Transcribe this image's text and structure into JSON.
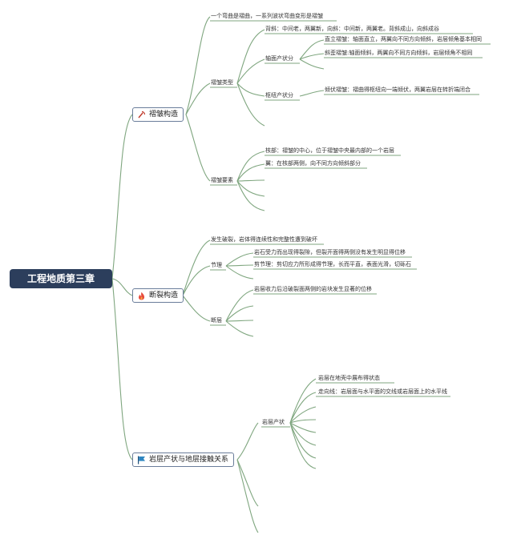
{
  "root": "工程地质第三章",
  "branches": [
    {
      "label": "褶皱构造",
      "icon": "pick-icon",
      "items": [
        {
          "text": "一个弯曲是褶曲，一系列波状弯曲变形是褶皱"
        },
        {
          "text": "褶皱类型",
          "children": [
            {
              "text": "背斜：中间老，两翼新，向斜：中间新，两翼老。背斜成山，向斜成谷"
            },
            {
              "text": "轴面产状分",
              "children": [
                {
                  "text": "直立褶皱：轴面直立，两翼向不同方向倾斜，岩层倾角基本相同"
                },
                {
                  "text": "斜歪褶皱:轴面倾斜，两翼向不同方向倾斜，岩层倾角不相同"
                }
              ]
            },
            {
              "text": "枢纽产状分",
              "children": [
                {
                  "text": "倾伏褶皱：褶曲得枢纽向一端倾伏，两翼岩层在转折端闭合"
                }
              ]
            }
          ]
        },
        {
          "text": "褶皱要素",
          "children": [
            {
              "text": "核部：褶皱的中心，位于褶皱中央最内部的一个岩层"
            },
            {
              "text": "翼：在核部两侧，向不同方向倾斜部分"
            }
          ]
        }
      ]
    },
    {
      "label": "断裂构造",
      "icon": "fire-icon",
      "items": [
        {
          "text": "发生破裂，岩体得连续性和完整性遭到破坏"
        },
        {
          "text": "节理",
          "children": [
            {
              "text": "岩石受力而出现得裂隙，但裂开面得两侧没有发生明显得位移"
            },
            {
              "text": "剪节理：剪切应力所形成得节理，长而平直，表面光滑，切砾石"
            }
          ]
        },
        {
          "text": "断层",
          "children": [
            {
              "text": "岩层收力后沿破裂面两侧的岩块发生显著的位移"
            }
          ]
        }
      ]
    },
    {
      "label": "岩层产状与地层接触关系",
      "icon": "flag-icon",
      "items": [
        {
          "text": "岩层产状",
          "children": [
            {
              "text": "岩层在地壳中展布得状态"
            },
            {
              "text": "走向线：岩层面与水平面的交线或岩层面上的水平线"
            }
          ]
        }
      ]
    }
  ],
  "colors": {
    "line": "#7fa67f",
    "root_bg": "#2c3e5c",
    "node_border": "#6a7d9a"
  }
}
